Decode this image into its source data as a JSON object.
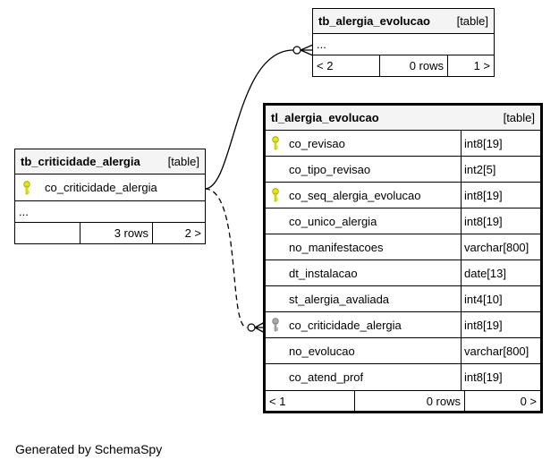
{
  "tables": {
    "tb_alergia_evolucao": {
      "name": "tb_alergia_evolucao",
      "type": "[table]",
      "ellipsis": "...",
      "footer": {
        "parents": "< 2",
        "rows": "0 rows",
        "children": "1 >"
      }
    },
    "tb_criticidade_alergia": {
      "name": "tb_criticidade_alergia",
      "type": "[table]",
      "columns": [
        {
          "name": "co_criticidade_alergia",
          "key": "primary-key-icon"
        }
      ],
      "ellipsis": "...",
      "footer": {
        "parents": "",
        "rows": "3 rows",
        "children": "2 >"
      }
    },
    "tl_alergia_evolucao": {
      "name": "tl_alergia_evolucao",
      "type": "[table]",
      "columns": [
        {
          "name": "co_revisao",
          "type": "int8[19]",
          "key": "primary-key-icon"
        },
        {
          "name": "co_tipo_revisao",
          "type": "int2[5]",
          "key": ""
        },
        {
          "name": "co_seq_alergia_evolucao",
          "type": "int8[19]",
          "key": "primary-key-icon"
        },
        {
          "name": "co_unico_alergia",
          "type": "int8[19]",
          "key": ""
        },
        {
          "name": "no_manifestacoes",
          "type": "varchar[800]",
          "key": ""
        },
        {
          "name": "dt_instalacao",
          "type": "date[13]",
          "key": ""
        },
        {
          "name": "st_alergia_avaliada",
          "type": "int4[10]",
          "key": ""
        },
        {
          "name": "co_criticidade_alergia",
          "type": "int8[19]",
          "key": "foreign-key-icon"
        },
        {
          "name": "no_evolucao",
          "type": "varchar[800]",
          "key": ""
        },
        {
          "name": "co_atend_prof",
          "type": "int8[19]",
          "key": ""
        }
      ],
      "footer": {
        "parents": "< 1",
        "rows": "0 rows",
        "children": "0 >"
      }
    }
  },
  "colors": {
    "primary_key": "#e8e800",
    "foreign_key": "#aaaaaa",
    "header_bg": "#f4f4f4"
  },
  "credit": "Generated by SchemaSpy"
}
